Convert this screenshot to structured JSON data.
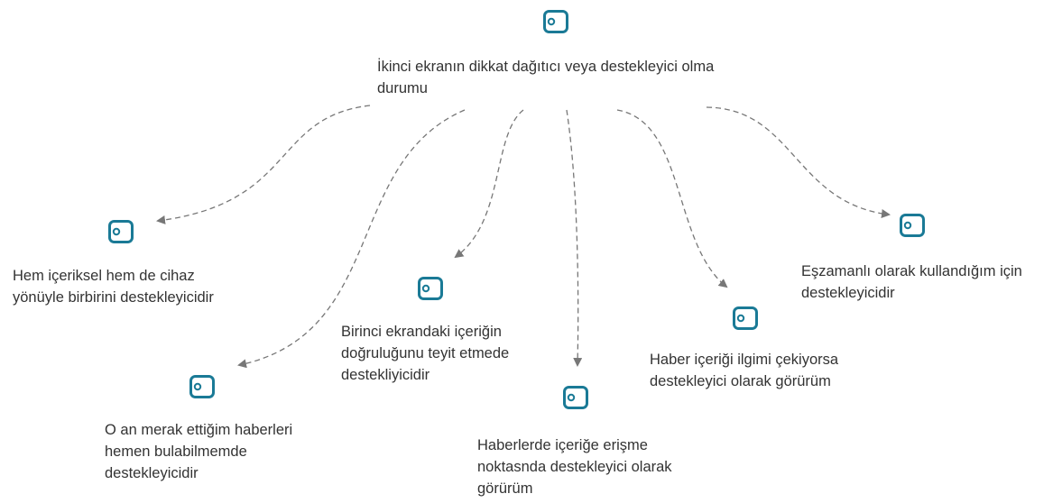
{
  "diagram": {
    "accent_color": "#1a7a96",
    "edge_color": "#777777",
    "icon_name": "code-node-icon",
    "root": {
      "label": "İkinci ekranın dikkat dağıtıcı veya destekleyici olma durumu"
    },
    "children": [
      {
        "label": "Hem içeriksel hem de cihaz yönüyle birbirini destekleyicidir"
      },
      {
        "label": "O an merak ettiğim haberleri hemen bulabilmemde destekleyicidir"
      },
      {
        "label": "Birinci ekrandaki içeriğin doğruluğunu teyit etmede destekliyicidir"
      },
      {
        "label": "Haberlerde içeriğe erişme noktasnda destekleyici olarak görürüm"
      },
      {
        "label": "Haber içeriği ilgimi çekiyorsa destekleyici olarak görürüm"
      },
      {
        "label": "Eşzamanlı olarak kullandığım için destekleyicidir"
      }
    ]
  }
}
